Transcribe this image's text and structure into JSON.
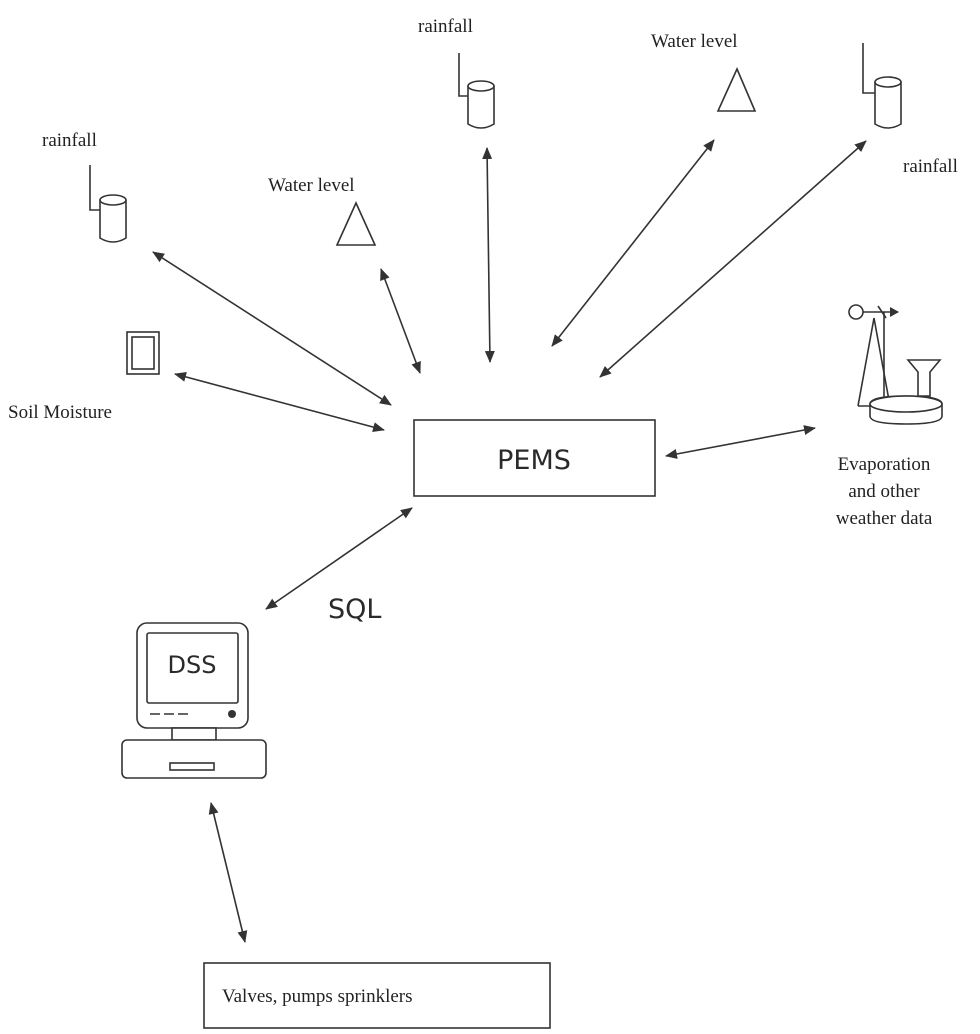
{
  "labels": {
    "rainfall_left": "rainfall",
    "rainfall_top": "rainfall",
    "rainfall_right": "rainfall",
    "water_level_left": "Water level",
    "water_level_right": "Water level",
    "soil_moisture": "Soil Moisture",
    "pems": "PEMS",
    "evaporation_line1": "Evaporation",
    "evaporation_line2": "and other",
    "evaporation_line3": "weather data",
    "sql": "SQL",
    "dss": "DSS",
    "valves": "Valves, pumps sprinklers"
  },
  "icons": {
    "rain_gauge": "rain-gauge-icon",
    "water_level": "triangle-icon",
    "soil_moisture": "soil-sensor-icon",
    "weather_station": "weather-station-icon",
    "computer": "computer-icon"
  },
  "colors": {
    "line": "#333333",
    "text": "#222222",
    "background": "#ffffff"
  }
}
